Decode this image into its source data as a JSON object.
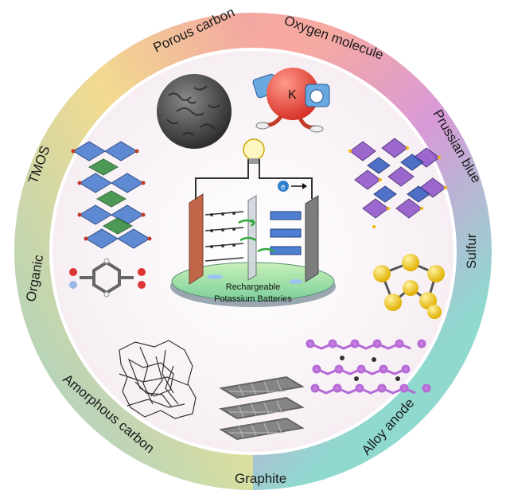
{
  "ring_labels": {
    "porous_carbon": "Porous carbon",
    "oxygen_molecule": "Oxygen molecule",
    "prussian_blue": "Prussian blue",
    "sulfur": "Sulfur",
    "alloy_anode": "Alloy anode",
    "graphite": "Graphite",
    "amorphous_carbon": "Amorphous carbon",
    "organic": "Organic",
    "tmos": "TMOS"
  },
  "center": {
    "line1": "Rechargeable",
    "line2": "Potassium Batteries",
    "electron": "e"
  },
  "k_mascot_letter": "K",
  "colors": {
    "ring_top": "#f3a3a3",
    "ring_right": "#d89ad8",
    "ring_bottom": "#8fd9cf",
    "ring_left": "#f1e48c",
    "bg_inner": "#fbf5f7",
    "polyhedra_blue": "#4e7fd0",
    "polyhedra_green": "#2e8a3a",
    "prussian_purple": "#8c4fc7",
    "sulfur_yellow": "#f2c300",
    "alloy_violet": "#c77de0",
    "carbon_gray": "#555555"
  }
}
